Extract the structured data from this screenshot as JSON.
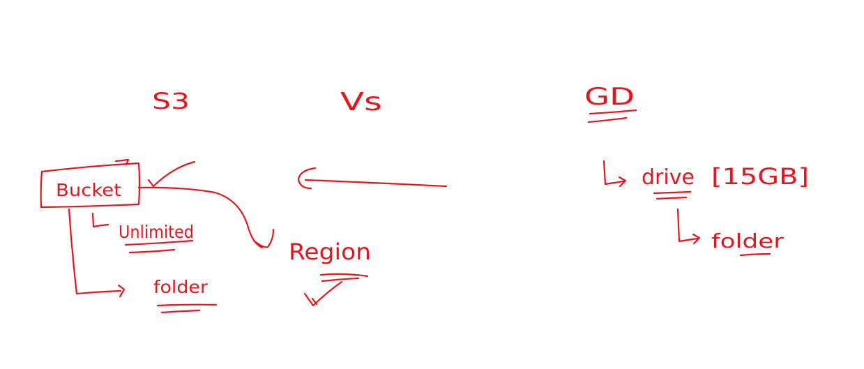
{
  "ink_color": "#e8141c",
  "s3": {
    "title": "S3",
    "bucket_label": "Bucket",
    "unlimited_label": "Unlimited",
    "folder_label": "folder",
    "region_label": "Region"
  },
  "vs_label": "Vs",
  "gd": {
    "title": "GD",
    "drive_label": "drive",
    "drive_quota": "[15GB]",
    "folder_label": "folder"
  },
  "icons": {
    "bucket_check": "checkmark-icon",
    "region_check": "checkmark-icon",
    "arrow": "arrow-icon"
  }
}
